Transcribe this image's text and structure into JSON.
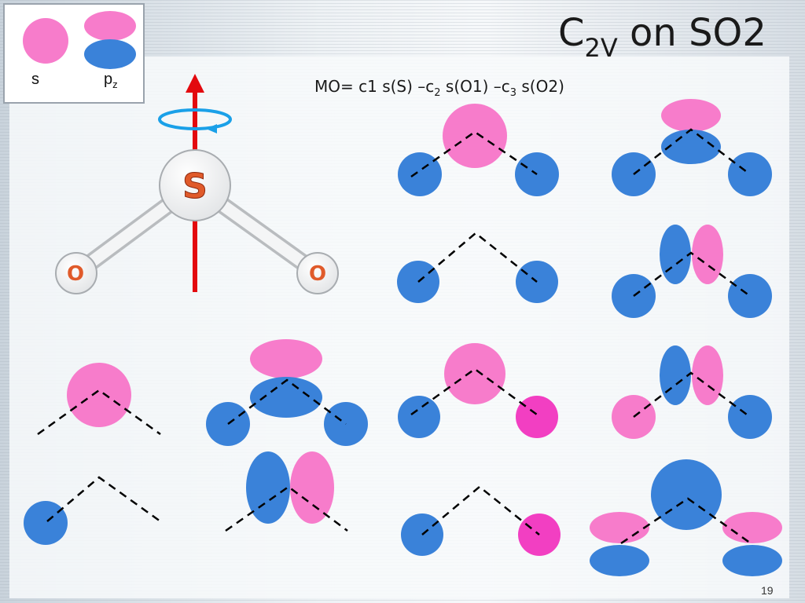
{
  "title": {
    "main": "C",
    "sub": "2V",
    "suffix": " on SO2"
  },
  "formula": {
    "part1": "MO= c1 s(S) –c",
    "sub2": "2",
    "part2": " s(O1) –c",
    "sub3": "3",
    "part3": " s(O2)"
  },
  "legend": {
    "s_label": "s",
    "pz_label": "p",
    "pz_sub": "z"
  },
  "molecule": {
    "sulfur_label": "S",
    "oxygen_left_label": "O",
    "oxygen_right_label": "O"
  },
  "page_number": "19",
  "colors": {
    "positive_lobe": "#f77ccb",
    "negative_lobe": "#3a82d9",
    "magenta_lobe": "#f23fc2",
    "axis_arrow": "#e3090e",
    "rotation_arrow": "#1aa0e8",
    "sulfur_text": "#e05a2a",
    "oxygen_text": "#e05a2a"
  }
}
